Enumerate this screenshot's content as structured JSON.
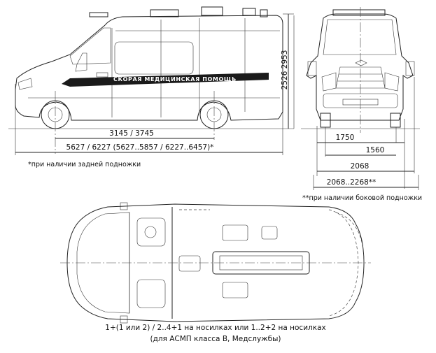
{
  "stripe_text": "СКОРАЯ МЕДИЦИНСКАЯ ПОМОЩЬ",
  "side_view": {
    "wheelbase_label": "3145 / 3745",
    "length_label": "5627 / 6227 (5627..5857 / 6227..6457)*",
    "height_label": "2526 2953",
    "footnote": "*при наличии задней подножки"
  },
  "front_view": {
    "dim_1750": "1750",
    "dim_1560": "1560",
    "dim_2068": "2068",
    "dim_2068_2268": "2068..2268**",
    "footnote": "**при наличии боковой подножки"
  },
  "top_view": {
    "caption_line1": "1+(1 или 2) / 2..4+1 на носилках или 1..2+2 на носилках",
    "caption_line2": "(для АСМП класса В, Медслужбы)"
  },
  "colors": {
    "line": "#222222",
    "stripe": "#1a1a1a",
    "background": "#ffffff"
  }
}
